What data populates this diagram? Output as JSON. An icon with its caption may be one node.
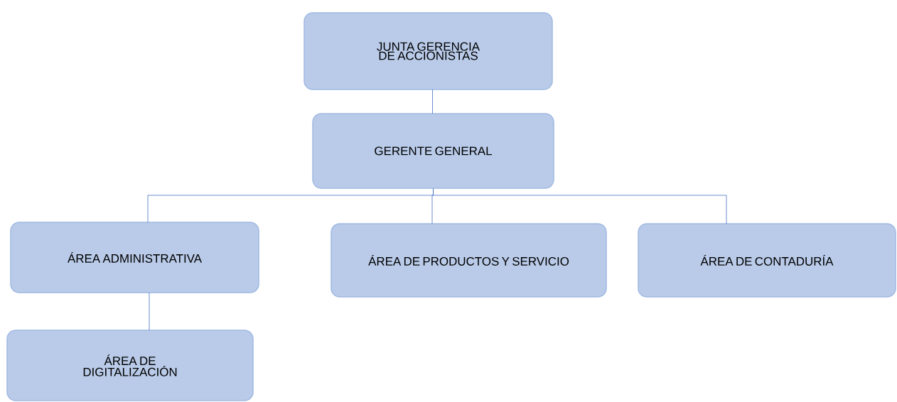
{
  "diagram": {
    "nodes": [
      {
        "text": [
          "JUNTA GERENCIA DE ACCIONISTAS"
        ]
      },
      {
        "text": [
          "GERENTE GENERAL"
        ]
      },
      {
        "text": [
          "ÁREA ADMINISTRATIVA"
        ]
      },
      {
        "text": [
          "ÁREA DE PRODUCTOS Y SERVICIO"
        ]
      },
      {
        "text": [
          "ÁREA DE CONTADURÍA"
        ]
      },
      {
        "text": [
          "ÁREA DE DIGITALIZACIÓN"
        ]
      }
    ],
    "edges": [
      {
        "from": 0,
        "to": 1,
        "arrow": "none"
      },
      {
        "from": 1,
        "to": 2,
        "arrow": "none"
      },
      {
        "from": 1,
        "to": 3,
        "arrow": "none"
      },
      {
        "from": 1,
        "to": 4,
        "arrow": "none"
      },
      {
        "from": 2,
        "to": 5,
        "arrow": "none"
      }
    ]
  }
}
